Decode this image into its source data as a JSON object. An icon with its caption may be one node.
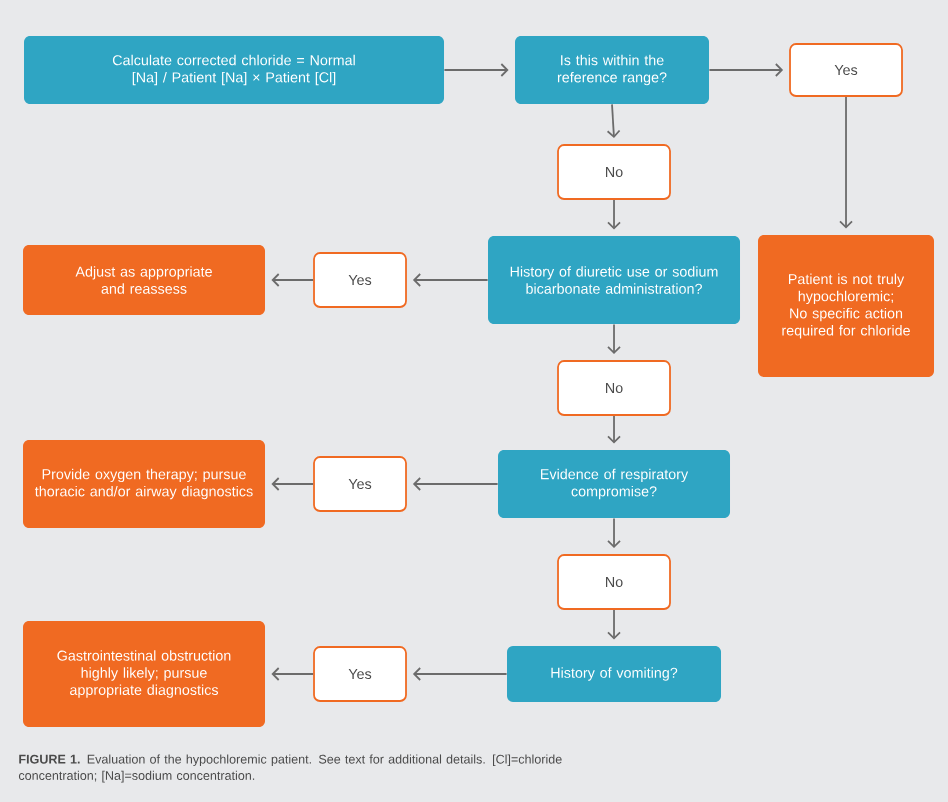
{
  "diagram": {
    "caption": "**FIGURE 1.** Evaluation of the hypochloremic patient. See text for additional details. [Cl]=chloride concentration; [Na]=sodium concentration.",
    "nodes": [
      {
        "text": [
          "Calculate corrected chloride = Normal [Na] / Patient [Na] × Patient [Cl]"
        ]
      },
      {
        "text": [
          "Is this within the reference range?"
        ]
      },
      {
        "text": [
          "Yes"
        ]
      },
      {
        "text": [
          "No"
        ]
      },
      {
        "text": [
          "History of diuretic use or sodium bicarbonate administration?"
        ]
      },
      {
        "text": [
          "Yes"
        ]
      },
      {
        "text": [
          "Adjust as appropriate and reassess"
        ]
      },
      {
        "text": [
          "Patient is not truly hypochloremic; No specific action required for chloride"
        ]
      },
      {
        "text": [
          "No"
        ]
      },
      {
        "text": [
          "Evidence of respiratory compromise?"
        ]
      },
      {
        "text": [
          "Yes"
        ]
      },
      {
        "text": [
          "Provide oxygen therapy; pursue thoracic and/or airway diagnostics"
        ]
      },
      {
        "text": [
          "No"
        ]
      },
      {
        "text": [
          "History of vomiting?"
        ]
      },
      {
        "text": [
          "Yes"
        ]
      },
      {
        "text": [
          "Gastrointestinal obstruction highly likely; pursue appropriate diagnostics"
        ]
      }
    ],
    "edges": [
      {
        "from": 0,
        "to": 1,
        "arrow": "to"
      },
      {
        "from": 1,
        "to": 2,
        "arrow": "to"
      },
      {
        "from": 2,
        "to": 7,
        "arrow": "to"
      },
      {
        "from": 1,
        "to": 3,
        "arrow": "to"
      },
      {
        "from": 3,
        "to": 4,
        "arrow": "to"
      },
      {
        "from": 4,
        "to": 5,
        "arrow": "to"
      },
      {
        "from": 5,
        "to": 6,
        "arrow": "to"
      },
      {
        "from": 4,
        "to": 8,
        "arrow": "to"
      },
      {
        "from": 8,
        "to": 9,
        "arrow": "to"
      },
      {
        "from": 9,
        "to": 10,
        "arrow": "to"
      },
      {
        "from": 10,
        "to": 11,
        "arrow": "to"
      },
      {
        "from": 9,
        "to": 12,
        "arrow": "to"
      },
      {
        "from": 12,
        "to": 13,
        "arrow": "to"
      },
      {
        "from": 13,
        "to": 14,
        "arrow": "to"
      },
      {
        "from": 14,
        "to": 15,
        "arrow": "to"
      }
    ]
  }
}
